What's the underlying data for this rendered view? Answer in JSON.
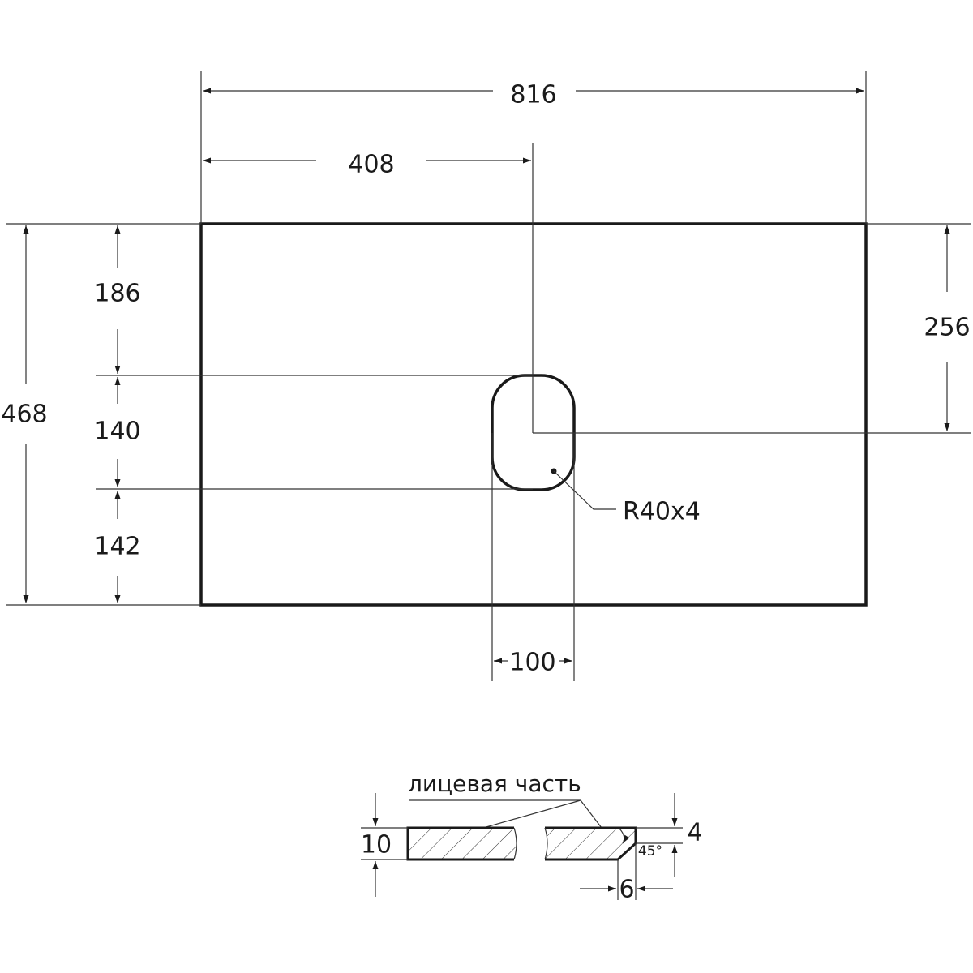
{
  "plan": {
    "dimensions": {
      "overall_width": "816",
      "half_width": "408",
      "overall_depth": "468",
      "top_offset": "186",
      "hole_height": "140",
      "bottom_offset": "142",
      "hole_center_depth": "256",
      "hole_width": "100"
    },
    "radius_callout": "R40x4"
  },
  "section": {
    "face_label": "лицевая часть",
    "thickness": "10",
    "chamfer_depth": "4",
    "chamfer_width": "6",
    "chamfer_angle": "45°"
  }
}
